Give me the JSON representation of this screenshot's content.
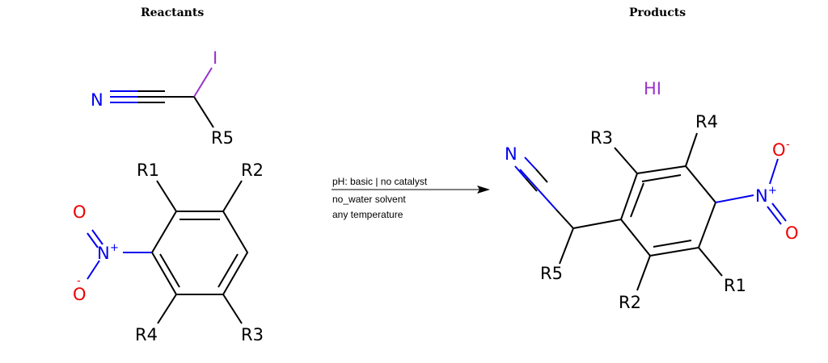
{
  "headings": {
    "reactants": "Reactants",
    "products": "Products"
  },
  "conditions": {
    "ph": "pH: basic | no catalyst",
    "solvent": "no_water solvent",
    "temperature": "any temperature"
  },
  "reactant_iodonitrile": {
    "n": "N",
    "i": "I",
    "r5": "R5"
  },
  "reactant_nitroarene": {
    "r1": "R1",
    "r2": "R2",
    "r3": "R3",
    "r4": "R4",
    "n": "N",
    "n_charge": "+",
    "o_top": "O",
    "o_bottom": "O",
    "o_charge": "-"
  },
  "product_byproduct": {
    "hi": "HI"
  },
  "product_arylnitrile": {
    "n": "N",
    "r5": "R5",
    "r3": "R3",
    "r4": "R4",
    "r2": "R2",
    "r1": "R1",
    "n_nitro": "N",
    "n_charge": "+",
    "o_top": "O",
    "o_charge": "-",
    "o_bottom": "O"
  },
  "colors": {
    "nitrogen": "#0000ee",
    "oxygen": "#ee0000",
    "iodine": "#9933cc",
    "bond": "#000000"
  }
}
